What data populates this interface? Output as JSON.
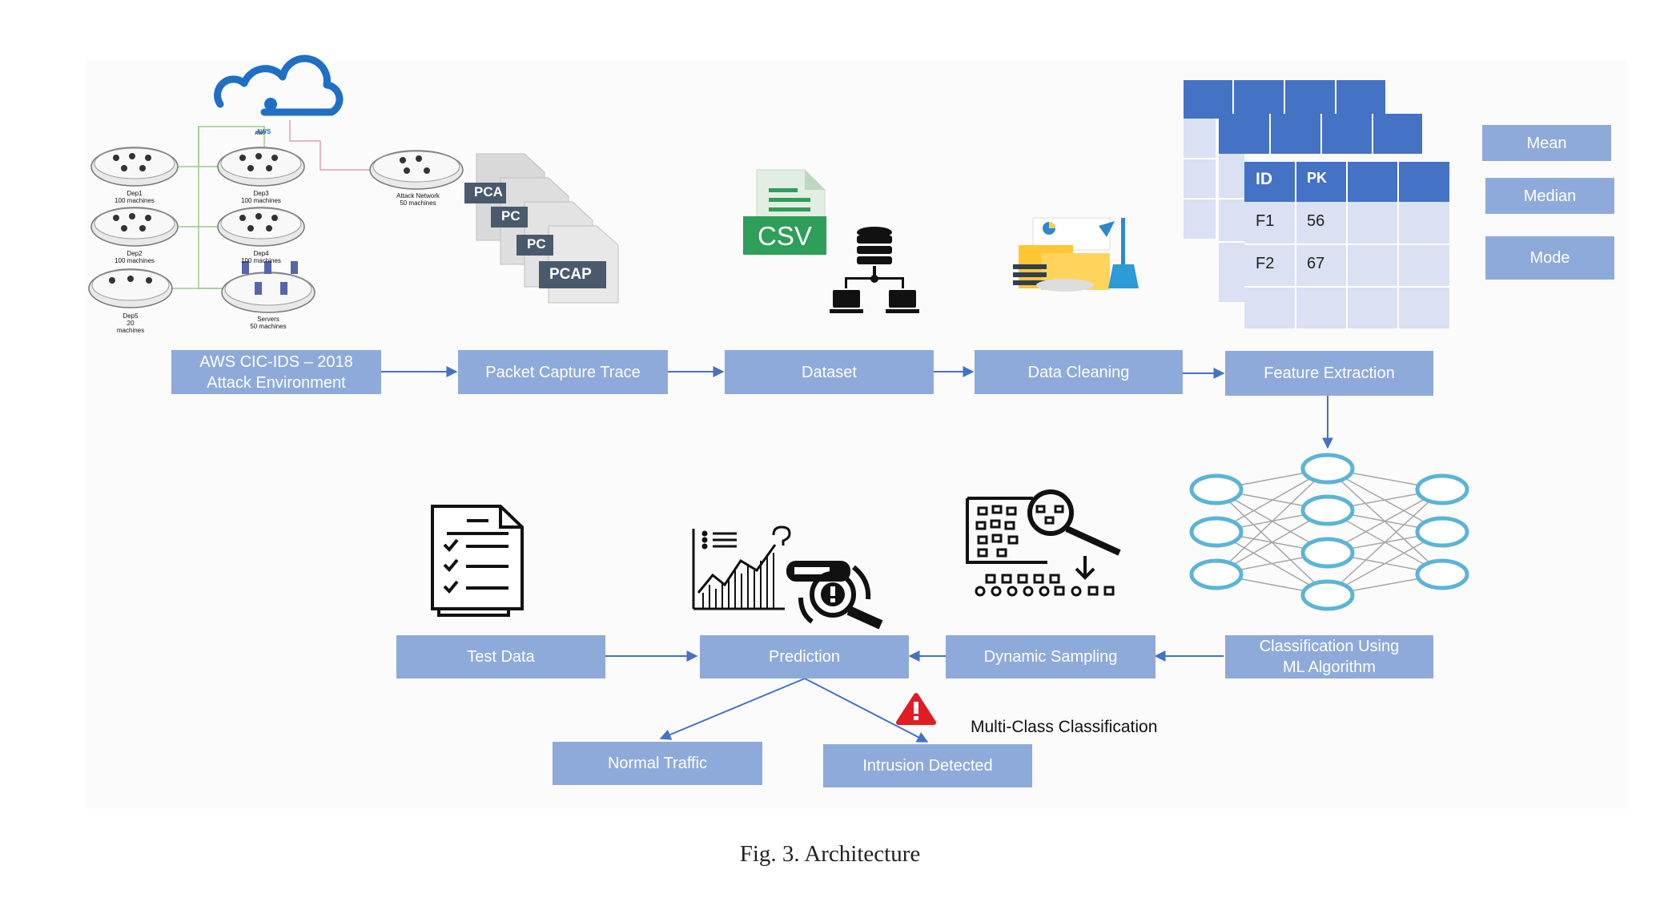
{
  "top_flow": {
    "aws": "AWS CIC-IDS – 2018\nAttack Environment",
    "pcap": "Packet Capture Trace",
    "dataset": "Dataset",
    "cleaning": "Data Cleaning",
    "features": "Feature Extraction"
  },
  "bottom_flow": {
    "test_data": "Test Data",
    "prediction": "Prediction",
    "sampling": "Dynamic Sampling",
    "classification": "Classification Using\nML Algorithm",
    "normal": "Normal Traffic",
    "intrusion": "Intrusion Detected",
    "multiclass": "Multi-Class Classification"
  },
  "stats": {
    "mean": "Mean",
    "median": "Median",
    "mode": "Mode"
  },
  "feature_table": {
    "headers": [
      "ID",
      "PK"
    ],
    "rows": [
      [
        "F1",
        "56"
      ],
      [
        "F2",
        "67"
      ]
    ]
  },
  "network": {
    "aws_tag": "AWS",
    "deps": [
      {
        "name": "Dep1",
        "sub": "100 machines"
      },
      {
        "name": "Dep3",
        "sub": "100 machines"
      },
      {
        "name": "Dep2",
        "sub": "100 machines"
      },
      {
        "name": "Dep4",
        "sub": "100 machines"
      },
      {
        "name": "Dep5",
        "sub": "20 machines"
      },
      {
        "name": "Servers",
        "sub": "50 machines"
      },
      {
        "name": "Attack Network",
        "sub": "50 machines"
      }
    ]
  },
  "pcap_icons": [
    "PCA",
    "PC",
    "PC",
    "PCAP"
  ],
  "csv_label": "CSV",
  "caption": "Fig. 3.   Architecture",
  "colors": {
    "box": "#8eaadb",
    "arrow": "#4472c4",
    "node": "#5bb4d6",
    "table_header": "#4472c4",
    "table_body": "#d9e1f2"
  },
  "icons": [
    "cloud-icon",
    "csv-file-icon",
    "database-network-icon",
    "data-cleaning-icon",
    "checklist-icon",
    "prediction-analytics-icon",
    "sampling-magnifier-icon",
    "warning-icon",
    "neural-network-icon"
  ]
}
